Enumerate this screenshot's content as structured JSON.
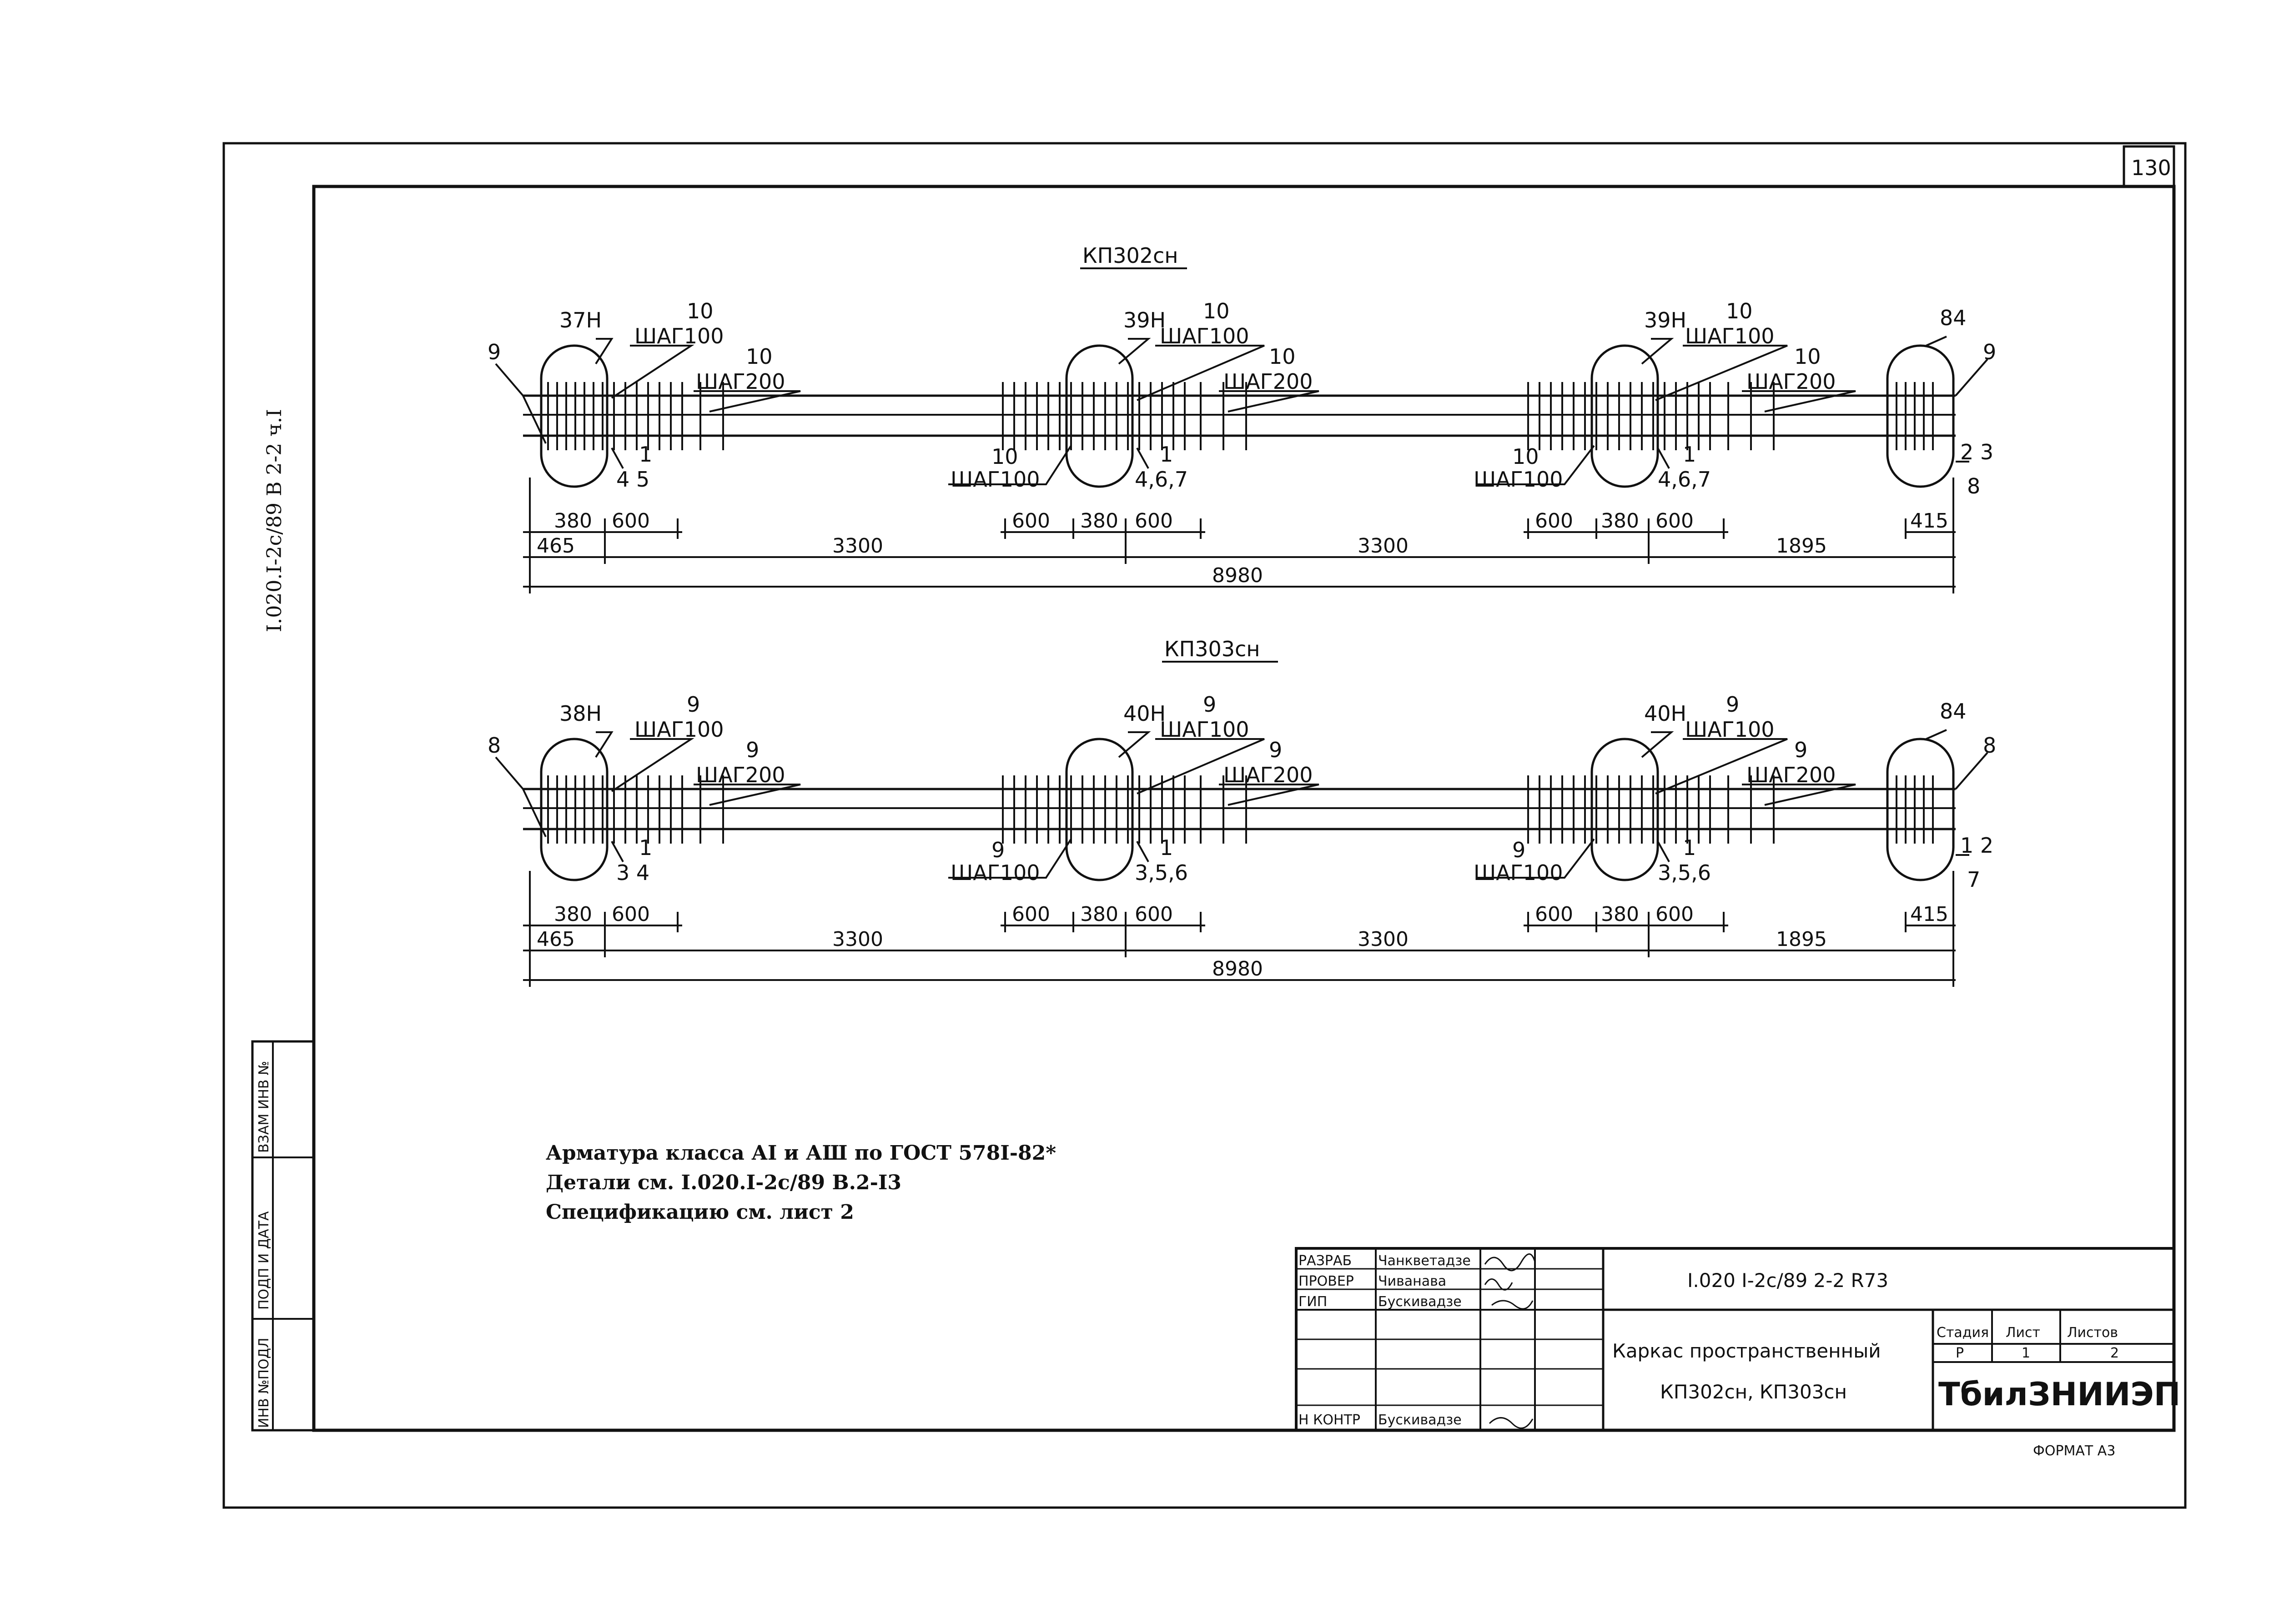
{
  "sheet": {
    "page_number": "130",
    "side_code": "I.020.I-2с/89  В  2-2  ч.I",
    "format": "ФОРМАТ А3"
  },
  "frames": [
    {
      "title": "КП302сн",
      "labels": {
        "l9a": "9",
        "l37": "37Н",
        "s1_top_cnt": "10",
        "s1_top_step": "ШАГ100",
        "s1_r_cnt": "10",
        "s1_r_step": "ШАГ200",
        "s1_bot_pos": "1",
        "s1_bot_bars": "4 5",
        "l39a": "39Н",
        "s2_top_cnt": "10",
        "s2_top_step": "ШАГ100",
        "s2_r_cnt": "10",
        "s2_r_step": "ШАГ200",
        "s2_l_cnt": "10",
        "s2_l_step": "ШАГ100",
        "s2_bot_pos": "1",
        "s2_bot_bars": "4,6,7",
        "l39b": "39Н",
        "s3_top_cnt": "10",
        "s3_top_step": "ШАГ100",
        "s3_r_cnt": "10",
        "s3_r_step": "ШАГ200",
        "s3_l_cnt": "10",
        "s3_l_step": "ШАГ100",
        "s3_bot_pos": "1",
        "s3_bot_bars": "4,6,7",
        "l84": "84",
        "r9": "9",
        "r23": "2  3",
        "r8": "8"
      },
      "dims_row1": [
        "380",
        "600",
        "600",
        "380",
        "600",
        "600",
        "380",
        "600",
        "415"
      ],
      "dims_row2": [
        "465",
        "3300",
        "3300",
        "1895"
      ],
      "dims_total": "8980"
    },
    {
      "title": "КП303сн",
      "labels": {
        "l9a": "8",
        "l37": "38Н",
        "s1_top_cnt": "9",
        "s1_top_step": "ШАГ100",
        "s1_r_cnt": "9",
        "s1_r_step": "ШАГ200",
        "s1_bot_pos": "1",
        "s1_bot_bars": "3  4",
        "l39a": "40Н",
        "s2_top_cnt": "9",
        "s2_top_step": "ШАГ100",
        "s2_r_cnt": "9",
        "s2_r_step": "ШАГ200",
        "s2_l_cnt": "9",
        "s2_l_step": "ШАГ100",
        "s2_bot_pos": "1",
        "s2_bot_bars": "3,5,6",
        "l39b": "40Н",
        "s3_top_cnt": "9",
        "s3_top_step": "ШАГ100",
        "s3_r_cnt": "9",
        "s3_r_step": "ШАГ200",
        "s3_l_cnt": "9",
        "s3_l_step": "ШАГ100",
        "s3_bot_pos": "1",
        "s3_bot_bars": "3,5,6",
        "l84": "84",
        "r9": "8",
        "r23": "1  2",
        "r8": "7"
      },
      "dims_row1": [
        "380",
        "600",
        "600",
        "380",
        "600",
        "600",
        "380",
        "600",
        "415"
      ],
      "dims_row2": [
        "465",
        "3300",
        "3300",
        "1895"
      ],
      "dims_total": "8980"
    }
  ],
  "notes": [
    "Арматура класса АI и АШ по ГОСТ 578I-82*",
    "Детали см. I.020.I-2с/89 В.2-I3",
    "Спецификацию см. лист 2"
  ],
  "left_stamp": [
    "ВЗАМ ИНВ №",
    "ПОДП И ДАТА",
    "ИНВ №ПОДЛ"
  ],
  "title_block": {
    "roles": [
      {
        "role": "РАЗРАБ",
        "name": "Чанкветадзе"
      },
      {
        "role": "ПРОВЕР",
        "name": "Чиванава"
      },
      {
        "role": "ГИП",
        "name": "Бускивадзе"
      },
      {
        "role": "",
        "name": ""
      },
      {
        "role": "",
        "name": ""
      },
      {
        "role": "Н КОНТР",
        "name": "Бускивадзе"
      }
    ],
    "designation": "I.020 I-2с/89  2-2   R73",
    "name_line1": "Каркас пространственный",
    "name_line2": "КП302сн, КП303сн",
    "stage_hdr": "Стадия",
    "sheet_hdr": "Лист",
    "sheets_hdr": "Листов",
    "stage": "Р",
    "sheet": "1",
    "sheets": "2",
    "org": "ТбилЗНИИЭП"
  }
}
